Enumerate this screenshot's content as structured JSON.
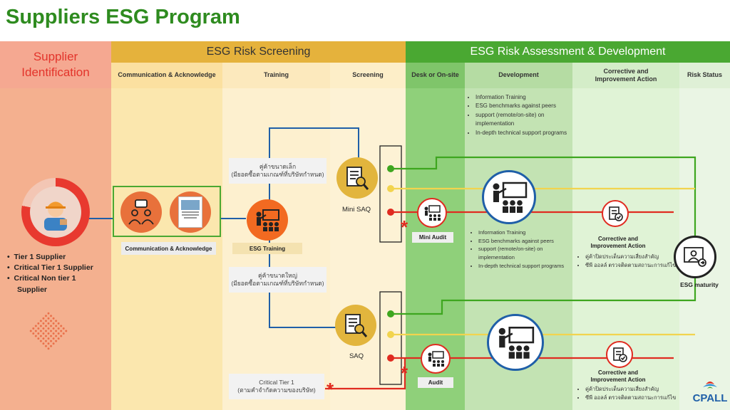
{
  "title": "Suppliers ESG Program",
  "stages": {
    "identification": "Supplier Identification",
    "screening": "ESG Risk Screening",
    "assessment": "ESG Risk Assessment & Development"
  },
  "columns": {
    "communication": "Communication & Acknowledge",
    "training": "Training",
    "screening": "Screening",
    "desk": "Desk or On-site",
    "development": "Development",
    "corrective": "Corrective and Improvement Action",
    "risk_status": "Risk Status"
  },
  "supplier_types": [
    "Tier 1 Supplier",
    "Critical Tier 1 Supplier",
    "Critical Non tier 1 Supplier"
  ],
  "comm_label": "Communication & Acknowledge",
  "training_label": "ESG Training",
  "small_supplier": "คู่ค้าขนาดเล็ก\n(มียอดซื้อตามเกณฑ์ที่บริษัทกำหนด)",
  "large_supplier": "คู่ค้าขนาดใหญ่\n(มียอดซื้อตามเกณฑ์ที่บริษัทกำหนด)",
  "critical_tier1": "Critical Tier 1\n(ตามคำจำกัดความของบริษัท)",
  "mini_saq": "Mini SAQ",
  "saq": "SAQ",
  "mini_audit": "Mini Audit",
  "audit": "Audit",
  "dev_list_top": [
    "Information Training",
    "ESG benchmarks against peers",
    "support (remote/on-site) on implementation",
    "In-depth technical support programs"
  ],
  "dev_list_mid": [
    "Information Training",
    "ESG benchmarks against peers",
    "support (remote/on-site) on implementation",
    "In-depth technical support programs"
  ],
  "corrective_title": "Corrective and\nImprovement Action",
  "corrective_list": [
    "คู่ค้าปิดประเด็นความเสี่ยงสำคัญ",
    "ซีพี ออลล์ ตรวจติดตามสถานะการแก้ไข"
  ],
  "esg_maturity": "ESG maturity",
  "logo": "CPALL",
  "colors": {
    "green": "#4aa832",
    "yellow": "#f2d44e",
    "red": "#e02b20",
    "blue": "#1f5fa8",
    "orange": "#f26a21",
    "title": "#2e8b1f"
  },
  "icons": [
    "supplier-avatar-icon",
    "meeting-icon",
    "document-icon",
    "training-icon",
    "search-document-icon",
    "presentation-icon",
    "corrective-icon",
    "maturity-icon"
  ]
}
